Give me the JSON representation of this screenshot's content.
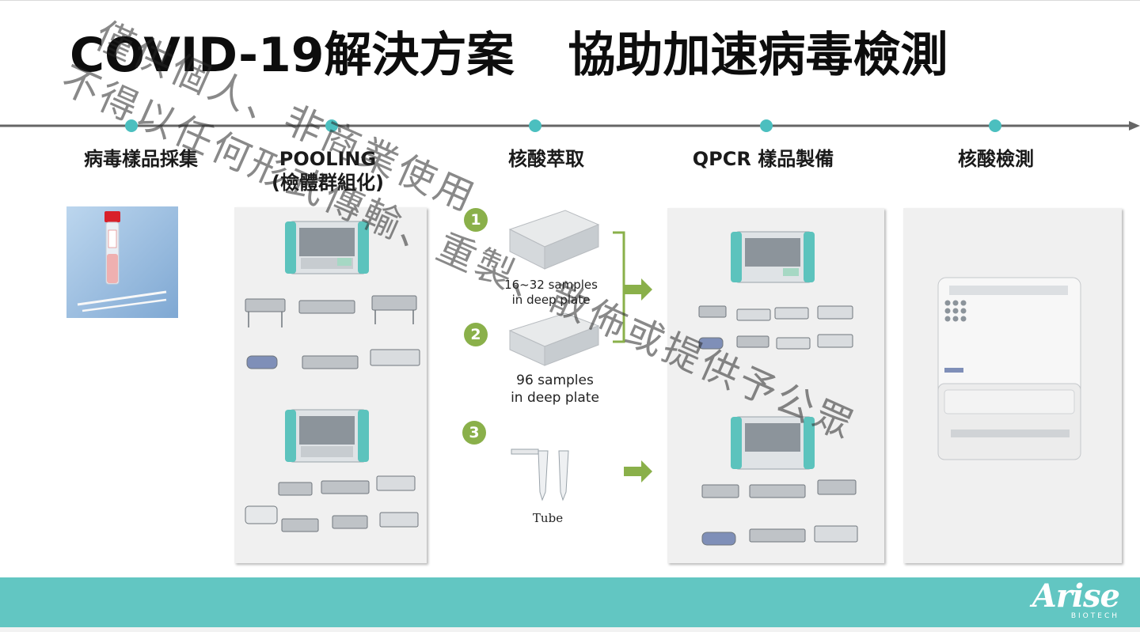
{
  "slide": {
    "title_part1": "COVID-19解決方案",
    "title_part2": "協助加速病毒檢測"
  },
  "timeline": {
    "line_color": "#666666",
    "dot_color": "#4bbfbf",
    "steps": [
      {
        "label": "病毒樣品採集"
      },
      {
        "label": "POOLING",
        "sublabel": "(檢體群組化)"
      },
      {
        "label": "核酸萃取"
      },
      {
        "label": "QPCR 樣品製備"
      },
      {
        "label": "核酸檢測"
      }
    ]
  },
  "extraction": {
    "options": [
      {
        "number": "1",
        "caption_line1": "16~32 samples",
        "caption_line2": "in deep plate"
      },
      {
        "number": "2",
        "caption_line1": "96 samples",
        "caption_line2": "in deep plate"
      },
      {
        "number": "3",
        "caption_line1": "Tube"
      }
    ],
    "accent_color": "#8ab04a"
  },
  "footer": {
    "color": "#62c6c2",
    "logo_name": "Arise",
    "logo_sub": "BIOTECH"
  },
  "watermark": {
    "line1": "僅供個人、非商業使用",
    "line2": "不得以任何形式傳輸、重製、散佈或提供予公眾"
  }
}
